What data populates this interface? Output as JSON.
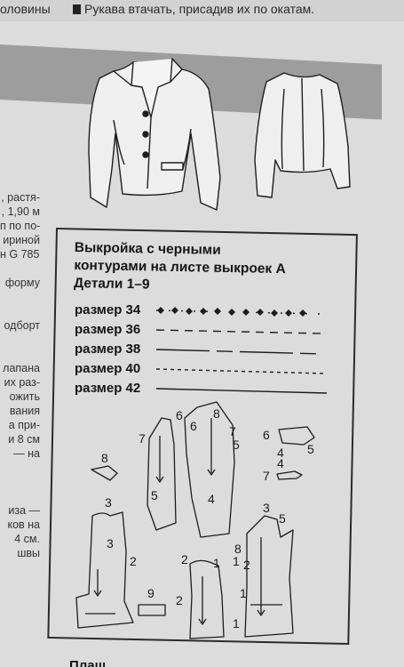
{
  "header": {
    "left_fragment": "оловины",
    "right_fragment": "Рукава втачать, присадив их по окатам."
  },
  "left_column": [
    ", растя-",
    ", 1,90 м",
    "п по по-",
    "ириной",
    "н G 785;",
    "",
    "форму",
    "",
    "",
    "одборт",
    "",
    "",
    "лапана",
    "их раз-",
    "ожить",
    "вания",
    "а при-",
    "и 8 см",
    "— на",
    "",
    "",
    "",
    "иза —",
    "ков на",
    "4 см.",
    "швы"
  ],
  "legend": {
    "title_line1": "Выкройка с черными",
    "title_line2": "контурами на листе выкроек А",
    "title_line3": "Детали 1–9",
    "sizes": [
      {
        "label": "размер 34"
      },
      {
        "label": "размер 36"
      },
      {
        "label": "размер 38"
      },
      {
        "label": "размер 40"
      },
      {
        "label": "размер 42"
      }
    ]
  },
  "pattern_numbers": [
    "1",
    "2",
    "3",
    "4",
    "5",
    "6",
    "7",
    "8",
    "9"
  ],
  "bottom_fragment": "Плаш"
}
